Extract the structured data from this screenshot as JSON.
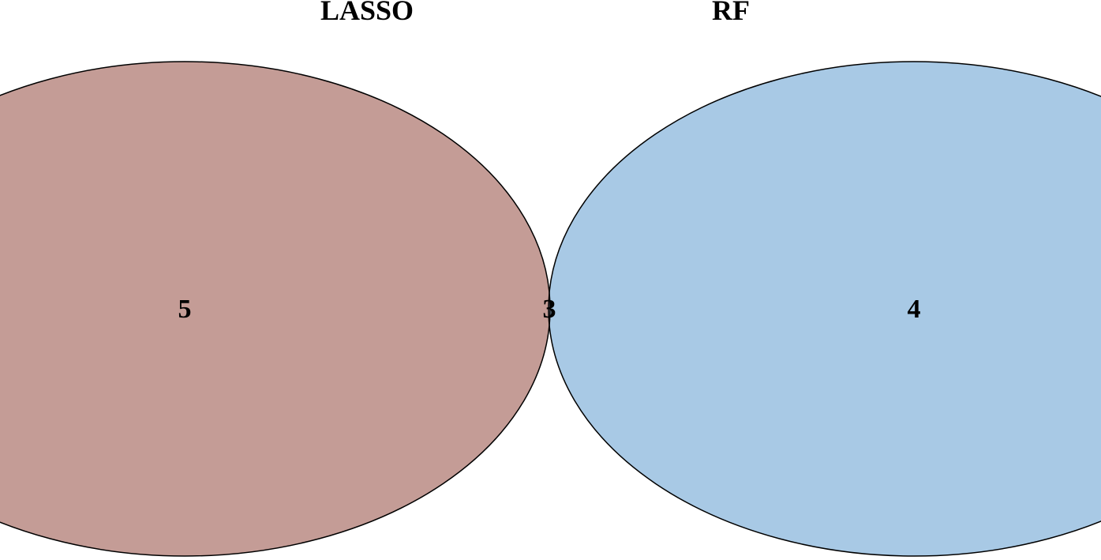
{
  "venn": {
    "sets": [
      {
        "name": "LASSO",
        "color": "#c49c96"
      },
      {
        "name": "RF",
        "color": "#a8c9e5"
      }
    ],
    "overlap_color": "#8a9bb3",
    "counts": {
      "lasso_only": "5",
      "intersection": "3",
      "rf_only": "4"
    }
  }
}
